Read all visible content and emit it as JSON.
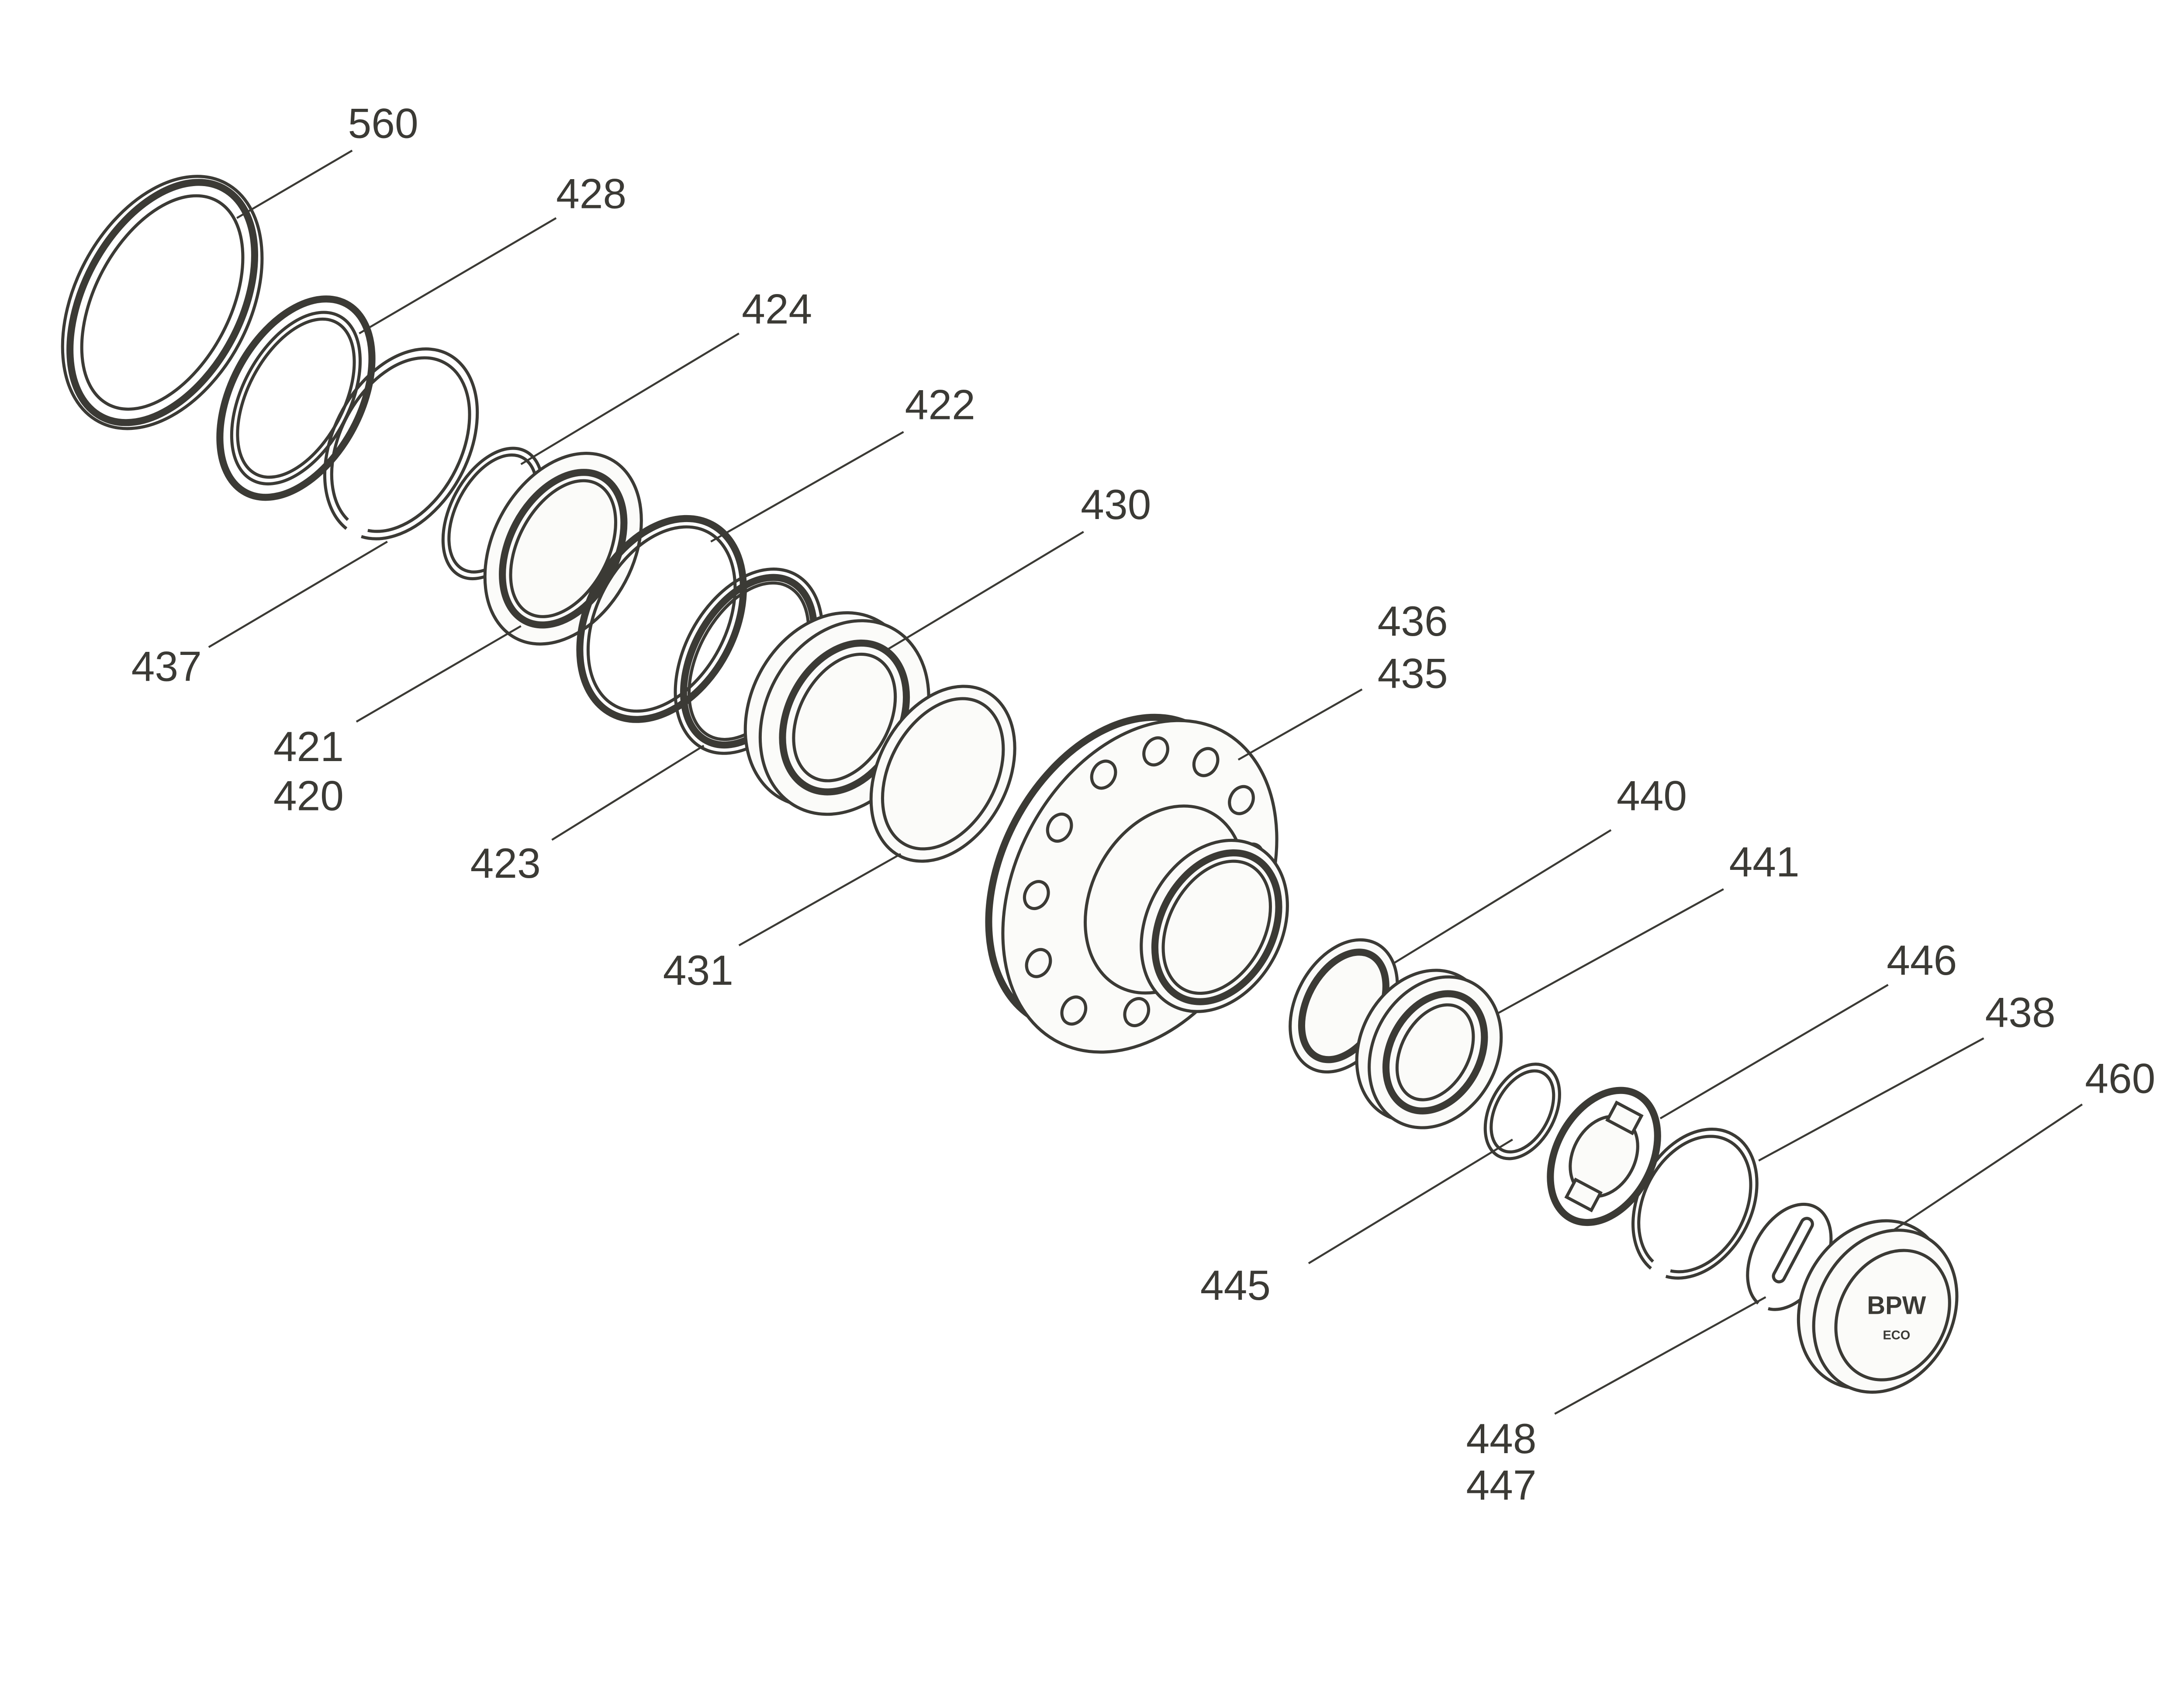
{
  "title": "Hub assembly exploded view",
  "colors": {
    "ink": "#3b3a35",
    "background": "#ffffff"
  },
  "labels": {
    "p560": "560",
    "p428": "428",
    "p424": "424",
    "p422": "422",
    "p430": "430",
    "p436": "436",
    "p435": "435",
    "p440": "440",
    "p441": "441",
    "p446": "446",
    "p438": "438",
    "p460": "460",
    "p437": "437",
    "p421": "421",
    "p420": "420",
    "p423": "423",
    "p431": "431",
    "p445": "445",
    "p448": "448",
    "p447": "447"
  },
  "cap_logo": {
    "brand": "BPW",
    "sub": "ECO"
  }
}
